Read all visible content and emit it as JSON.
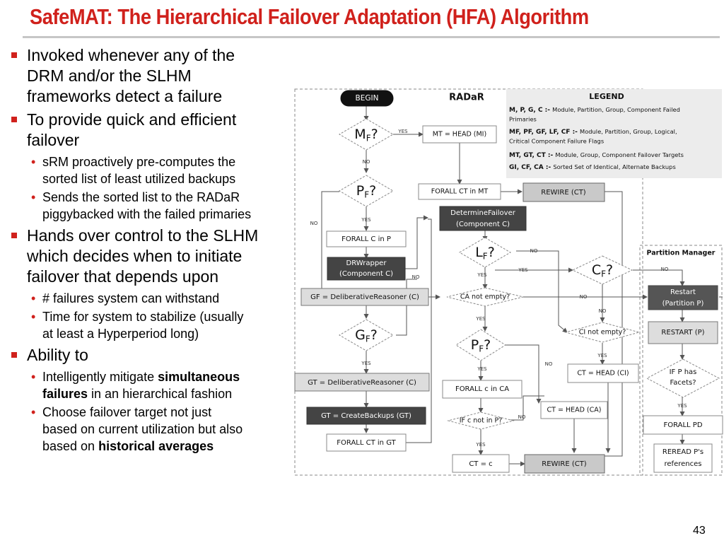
{
  "slide": {
    "title": "SafeMAT: The Hierarchical Failover Adaptation (HFA) Algorithm",
    "page_number": "43"
  },
  "bullets": [
    {
      "level": 1,
      "lines": [
        "Invoked whenever any of the",
        "DRM and/or the SLHM",
        "frameworks detect a failure"
      ]
    },
    {
      "level": 1,
      "lines": [
        "To provide quick and efficient",
        "failover"
      ]
    },
    {
      "level": 2,
      "lines": [
        "sRM proactively pre-computes the",
        "sorted list of least utilized backups"
      ]
    },
    {
      "level": 2,
      "lines": [
        "Sends the sorted list to the RADaR",
        "piggybacked with the failed primaries"
      ]
    },
    {
      "level": 1,
      "lines": [
        "Hands over control to the SLHM",
        "which decides when to initiate",
        "failover that depends upon"
      ]
    },
    {
      "level": 2,
      "lines": [
        "# failures system can withstand"
      ]
    },
    {
      "level": 2,
      "lines": [
        "Time for system to stabilize (usually",
        "at least a Hyperperiod long)"
      ]
    },
    {
      "level": 1,
      "lines": [
        "Ability to"
      ]
    },
    {
      "level": 2,
      "runs": [
        [
          "Intelligently mitigate ",
          false
        ],
        [
          "simultaneous",
          true
        ],
        [
          "\n",
          false
        ],
        [
          "failures",
          true
        ],
        [
          " in an hierarchical fashion",
          false
        ]
      ]
    },
    {
      "level": 2,
      "runs": [
        [
          "Choose failover target not just",
          false
        ],
        [
          "\n",
          false
        ],
        [
          "based on current utilization but also",
          false
        ],
        [
          "\n",
          false
        ],
        [
          "based on ",
          false
        ],
        [
          "historical averages",
          true
        ]
      ]
    }
  ],
  "diagram": {
    "radar_label": "RADaR",
    "partition_manager_label": "Partition Manager",
    "legend": {
      "title": "LEGEND",
      "rows": [
        {
          "key": "M, P, G, C  :-",
          "desc": "Module, Partition, Group, Component Failed Primaries"
        },
        {
          "key": "MF, PF, GF, LF, CF  :-",
          "desc": "Module, Partition, Group, Logical, Critical Component Failure Flags"
        },
        {
          "key": "MT, GT, CT  :-",
          "desc": "Module, Group, Component Failover Targets"
        },
        {
          "key": "GI, CF, CA  :-",
          "desc": "Sorted Set of Identical, Alternate Backups"
        }
      ]
    },
    "nodes": {
      "begin": "BEGIN",
      "mf": "MF?",
      "mt_head": "MT = HEAD (MI)",
      "pf1": "PF?",
      "forall_ct_mt": "FORALL CT in MT",
      "rewire1": "REWIRE (CT)",
      "determine_failover": [
        "DetermineFailover",
        "(Component C)"
      ],
      "forall_c_p": "FORALL C in P",
      "drwrapper": [
        "DRWrapper",
        "(Component C)"
      ],
      "lf": "LF?",
      "cf": "CF?",
      "gf_reasoner": "GF = DeliberativeReasoner (C)",
      "ca_not_empty": "CA not empty?",
      "restart_p": [
        "Restart",
        "(Partition P)"
      ],
      "gf": "GF?",
      "pf2": "PF?",
      "ci_not_empty": "CI not empty?",
      "restart_upper": "RESTART (P)",
      "gt_reasoner": "GT = DeliberativeReasoner (C)",
      "forall_c_ca": "FORALL c in CA",
      "ct_head_ci": "CT = HEAD (CI)",
      "if_facets": [
        "IF P has",
        "Facets?"
      ],
      "gt_createbackups": "GT = CreateBackups (GT)",
      "if_c_not_in_p": "IF c not in P?",
      "ct_head_ca": "CT = HEAD (CA)",
      "forall_pd": "FORALL PD",
      "forall_ct_gt": "FORALL CT in GT",
      "ct_eq_c": "CT = c",
      "rewire2": "REWIRE (CT)",
      "reread": [
        "REREAD P's",
        "references"
      ]
    },
    "edge_labels": {
      "yes": "YES",
      "no": "NO"
    }
  }
}
